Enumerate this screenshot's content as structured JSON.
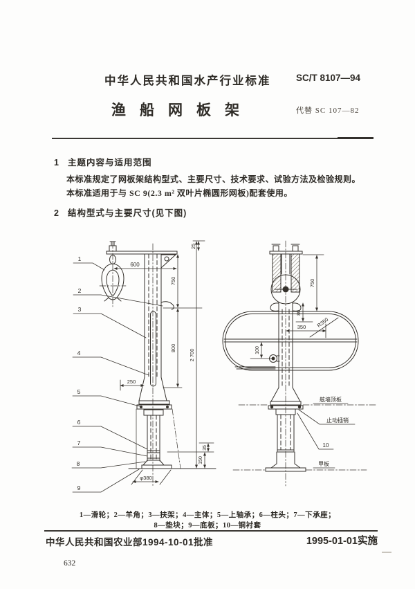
{
  "header": {
    "standard_org": "中华人民共和国水产行业标准",
    "standard_code": "SC/T 8107—94",
    "title": "渔船网板架",
    "supersedes": "代替 SC 107—82"
  },
  "sections": {
    "s1": {
      "num": "1",
      "title": "主题内容与适用范围"
    },
    "s1_para1": "本标准规定了网板架结构型式、主要尺寸、技术要求、试验方法及检验规则。",
    "s1_para2": "本标准适用于与 SC 9(2.3 m² 双叶片椭圆形网板)配套使用。",
    "s2": {
      "num": "2",
      "title": "结构型式与主要尺寸(见下图)"
    }
  },
  "figure": {
    "side_view": {
      "part_labels": [
        "1",
        "2",
        "3",
        "4",
        "5",
        "6",
        "7",
        "8",
        "9"
      ],
      "dims": {
        "top_offset": "25",
        "pulley_offset": "600",
        "upper": "750",
        "lower": "800",
        "overall": "2 700",
        "collar": "250",
        "pad": "35",
        "base_height": "150",
        "base_dia": "φ380"
      }
    },
    "front_view": {
      "dims": {
        "upper": "750",
        "sheave": "80",
        "half_width": "350",
        "radius": "R350",
        "eyelet": "100"
      },
      "labels": {
        "bulwark_top": "舷墙顶板",
        "stop_pin": "止动插销",
        "part_10": "10",
        "deck": "甲板"
      }
    },
    "caption_line1": "1—滑轮；2—羊角；3—扶架；4—主体；5—上轴承；6—柱头；7—下承座；",
    "caption_line2": "8—垫块；9—底板；10—铜衬套"
  },
  "footer": {
    "approval": "中华人民共和国农业部1994-10-01批准",
    "implementation": "1995-01-01实施",
    "page_number": "632"
  }
}
